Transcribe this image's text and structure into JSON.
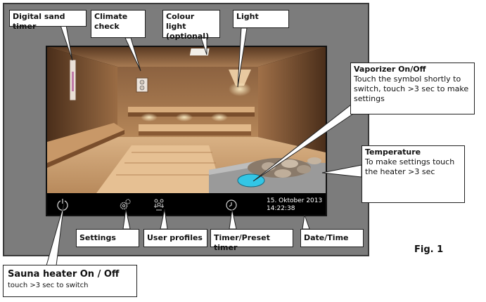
{
  "screen": {
    "date": "15. Oktober 2013",
    "time": "14:22:38"
  },
  "icons": {
    "power": "power-icon",
    "settings": "gears-icon",
    "user_profiles": "people-icon",
    "timer": "clock-icon",
    "vaporizer": "vaporizer-icon"
  },
  "callouts": {
    "sand_timer": "Digital sand timer",
    "climate": "Climate check",
    "colour_light": "Colour  light",
    "colour_light_note": "(optional)",
    "light": "Light",
    "vaporizer_title": "Vaporizer On/Off",
    "vaporizer_desc": "Touch the symbol shortly to switch, touch >3 sec to make settings",
    "temperature_title": "Temperature",
    "temperature_desc": "To make settings touch the heater >3 sec",
    "settings": "Settings",
    "user_profiles": "User profiles",
    "timer": "Timer/Preset timer",
    "datetime": "Date/Time",
    "heater_title": "Sauna heater On / Off",
    "heater_desc": "touch >3 sec to switch"
  },
  "figure_label": "Fig. 1",
  "colors": {
    "frame": "#7c7c7c",
    "wood_light": "#e0b98a",
    "wood_dark": "#8a5a34",
    "vaporizer": "#33c6e6"
  }
}
